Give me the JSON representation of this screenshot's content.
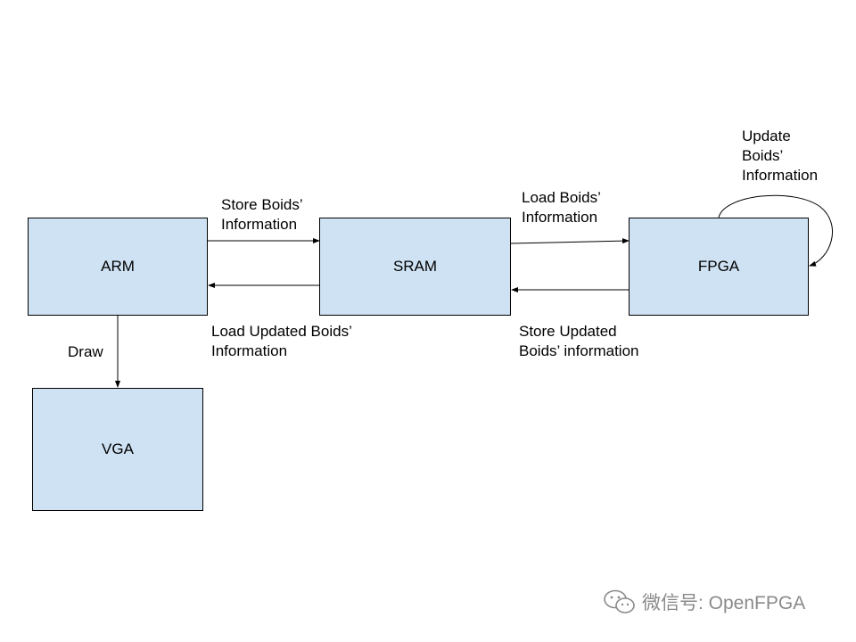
{
  "boxes": {
    "arm": "ARM",
    "sram": "SRAM",
    "fpga": "FPGA",
    "vga": "VGA"
  },
  "labels": {
    "store_boids": [
      "Store Boids’",
      "Information"
    ],
    "load_updated": [
      "Load Updated Boids’",
      "Information"
    ],
    "load_boids": [
      "Load Boids’",
      "Information"
    ],
    "store_updated": [
      "Store Updated",
      "Boids’ information"
    ],
    "update_boids": [
      "Update",
      "Boids’",
      "Information"
    ],
    "draw": "Draw"
  },
  "watermark": {
    "icon": "wechat-icon",
    "text": "微信号: OpenFPGA"
  },
  "colors": {
    "box_fill": "#cfe2f3",
    "stroke": "#000000",
    "watermark": "#8a8a8a"
  }
}
